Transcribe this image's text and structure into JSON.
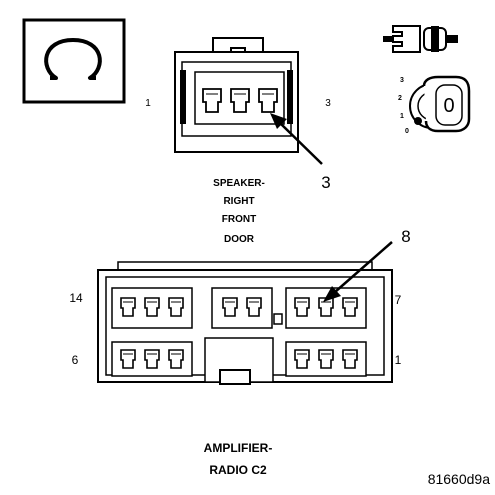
{
  "diagram": {
    "icons": {
      "ohmmeter": "ohm-symbol-icon",
      "connector_disconnected": "disconnected-connector-icon",
      "ignition": "ignition-key-icon"
    },
    "ohm_symbol": "Ω",
    "ignition_positions": [
      "3",
      "2",
      "1",
      "0"
    ],
    "ignition_key_label": "0",
    "speaker_connector": {
      "pin_left": "1",
      "pin_right": "3",
      "callout": "3",
      "name_lines": [
        "SPEAKER-",
        "RIGHT",
        "FRONT",
        "DOOR"
      ]
    },
    "amplifier_connector": {
      "pin_top_left": "14",
      "pin_top_right": "7",
      "pin_bottom_left": "6",
      "pin_bottom_right": "1",
      "callout": "8",
      "name_lines": [
        "AMPLIFIER-",
        "RADIO C2"
      ]
    },
    "figure_id": "81660d9a"
  }
}
